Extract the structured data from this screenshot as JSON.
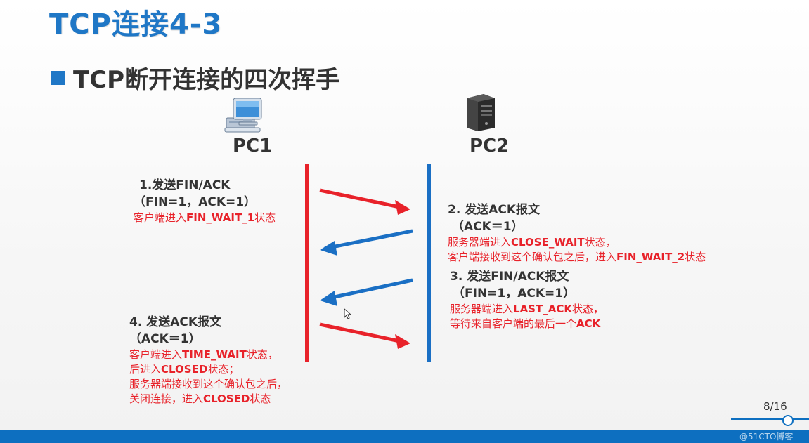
{
  "slide": {
    "title": "TCP连接4-3",
    "subtitle": "TCP断开连接的四次挥手",
    "page_number": "8/16",
    "watermark": "@51CTO博客"
  },
  "nodes": [
    {
      "label": "PC1",
      "icon": "desktop-computer-icon"
    },
    {
      "label": "PC2",
      "icon": "server-tower-icon"
    }
  ],
  "steps": [
    {
      "head": "1.发送FIN/ACK",
      "param": "（FIN=1，ACK=1）",
      "notes": [
        [
          "客户端进入",
          "FIN_WAIT_1",
          "状态"
        ]
      ]
    },
    {
      "head": "2. 发送ACK报文",
      "param": "（ACK＝1）",
      "notes": [
        [
          "服务器端进入",
          "CLOSE_WAIT",
          "状态，"
        ],
        [
          "客户端接收到这个确认包之后，进入",
          "FIN_WAIT_2",
          "状态"
        ]
      ]
    },
    {
      "head": "3. 发送FIN/ACK报文",
      "param": "（FIN=1，ACK=1）",
      "notes": [
        [
          "服务器端进入",
          "LAST_ACK",
          "状态，"
        ],
        [
          "等待来自客户端的最后一个",
          "ACK",
          ""
        ]
      ]
    },
    {
      "head": "4. 发送ACK报文",
      "param": "（ACK＝1）",
      "notes": [
        [
          "客户端进入",
          "TIME_WAIT",
          "状态，"
        ],
        [
          "后进入",
          "CLOSED",
          "状态；"
        ],
        [
          "服务器端接收到这个确认包之后，",
          "",
          ""
        ],
        [
          "关闭连接，进入",
          "CLOSED",
          "状态"
        ]
      ]
    }
  ],
  "colors": {
    "title": "#1f77c6",
    "pc1_line": "#e8222a",
    "pc2_line": "#1a6fc4",
    "note_text": "#e8222a"
  },
  "arrows": [
    {
      "from": "PC1",
      "to": "PC2",
      "color": "red"
    },
    {
      "from": "PC2",
      "to": "PC1",
      "color": "blue"
    },
    {
      "from": "PC2",
      "to": "PC1",
      "color": "blue"
    },
    {
      "from": "PC1",
      "to": "PC2",
      "color": "red"
    }
  ]
}
